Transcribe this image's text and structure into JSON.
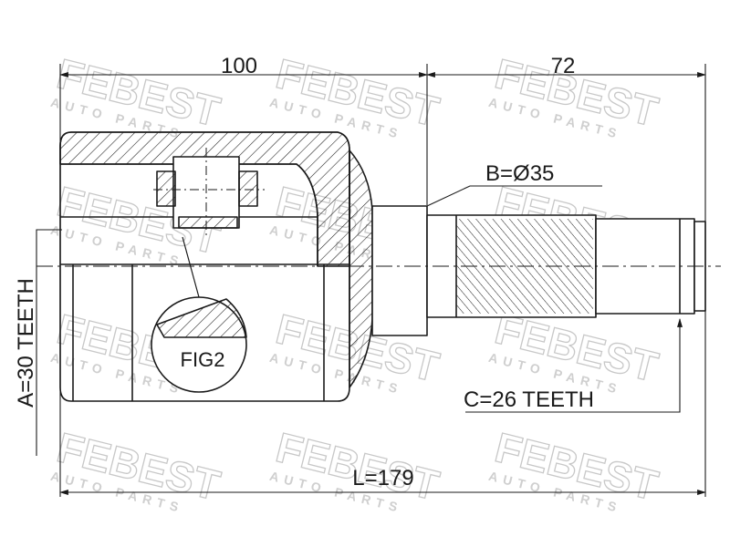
{
  "watermark": {
    "brand": "FEBEST",
    "tagline": "AUTO PARTS"
  },
  "dimensions": {
    "housing_length": "100",
    "shaft_length": "72",
    "total_length": "L=179",
    "shaft_diameter": "B=Ø35",
    "outer_teeth": "A=30 TEETH",
    "shaft_teeth": "C=26 TEETH"
  },
  "figure_ref": "FIG2",
  "colors": {
    "line": "#1a1a1a",
    "watermark": "#c8c8c8",
    "background": "#ffffff"
  }
}
